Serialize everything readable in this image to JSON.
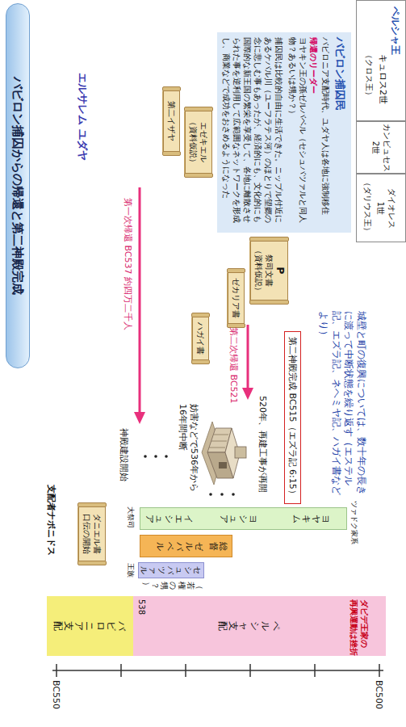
{
  "diagram": {
    "title": "バビロン捕囚からの帰還と第二神殿完成",
    "nodes": [
      {
        "text": [
          "キュロス2世",
          "（クロス王）"
        ]
      },
      {
        "text": [
          "カンビュセス 2世"
        ]
      },
      {
        "text": [
          "ダイオレス 1世",
          "（ダリウス王）"
        ]
      },
      {
        "text": [
          "バビロン捕囚民",
          "バビロニア支配時代、ユダヤ人は各地に強制移住",
          "帰還のリーダー",
          "ヨヤキン王の孫ゼルバベル（セシュバツァルと同人物？あるいは甥か？）",
          "捕囚民は比較的自由に生活できた。ニップル付近にあるケバル川（ユーフラテス河）のほとりで望郷の念に悲しむ事もあったが、経済的にも、文化的にも国際的な新王国の繁栄を享受して、各地に離散させられた事を逆利用して広範囲なネットワークを形成し、商業などで成功をおさめるようになった"
        ]
      },
      {
        "text": [
          "エゼキエル",
          "（資料仮説）"
        ]
      },
      {
        "text": [
          "第二イザヤ"
        ]
      },
      {
        "text": [
          "P",
          "祭司文書",
          "（資料仮説）"
        ]
      },
      {
        "text": [
          "ゼカリア書"
        ]
      },
      {
        "text": [
          "ハガイ書"
        ]
      },
      {
        "text": [
          "第二神殿完成 BC515（エズラ記 6:15）"
        ]
      },
      {
        "text": [
          "ダニエル書",
          "口伝の開始"
        ]
      },
      {
        "text": [
          "大祭司",
          "イエシュア",
          "ヨシュア",
          "ヨヤキム"
        ]
      },
      {
        "text": [
          "総督",
          "ゼルバベル"
        ]
      },
      {
        "text": [
          "王族",
          "セシュバツァル"
        ]
      },
      {
        "text": [
          "バビロニア支配"
        ]
      },
      {
        "text": [
          "ペルシャ支配"
        ]
      }
    ],
    "labels": [
      "ペルシャ王",
      "エルサレム ユダヤ",
      "第一次帰還 BC537 約四万二千人",
      "第二次帰還 BC521",
      "城壁と町の復興については、数十年の長きに渡って中断状態を繰り返す（エステル記、エズラ記、ネヘミヤ記、ハガイ書などより）",
      "520年、再建工事が再開",
      "妨害などで536年から16年間中断",
      "神殿建設開始",
      "支配者ナボニドス",
      "ツァドク家系",
      "（若権の甥？）",
      "538",
      "ダビデ王家の 再興運動は挫折",
      "BC500",
      "BC550"
    ]
  }
}
